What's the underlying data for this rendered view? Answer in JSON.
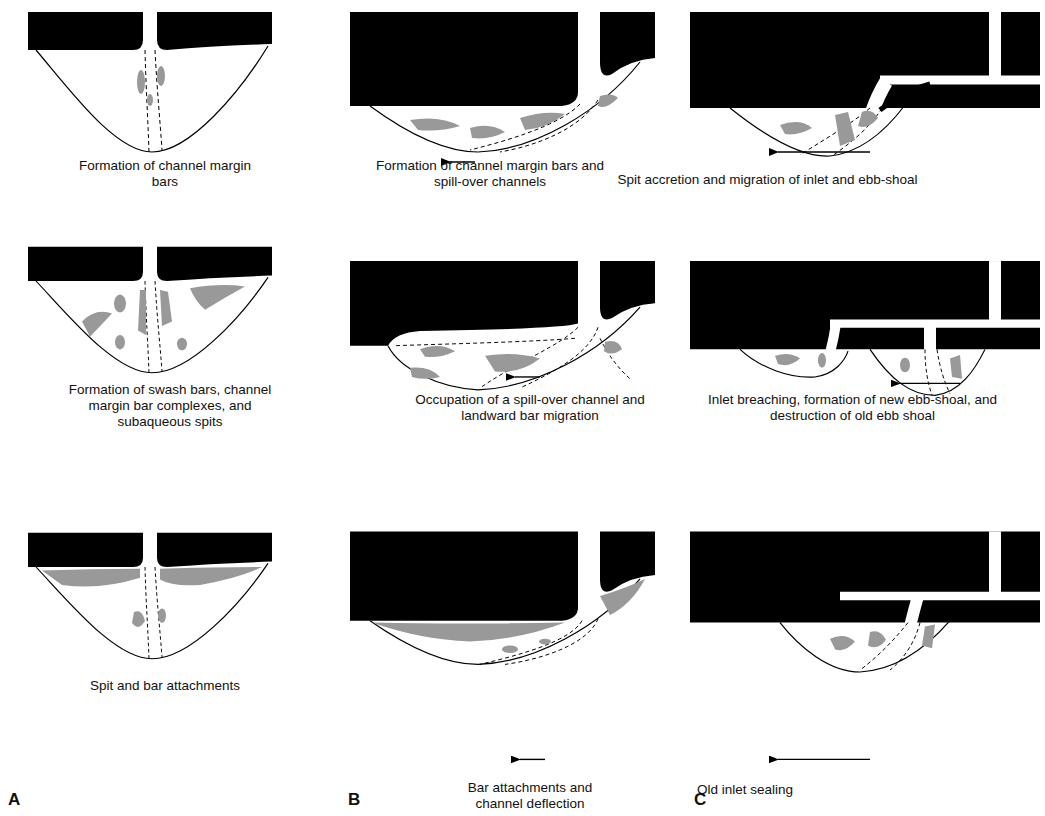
{
  "diagram": {
    "labels": [
      "Formation of channel margin bars",
      "Formation of channel margin bars and spill-over channels",
      "Spit accretion and migration of inlet and ebb-shoal",
      "Formation of swash bars, channel margin bar complexes, and subaqueous spits",
      "Occupation of a spill-over channel and landward bar migration",
      "Inlet breaching, formation of new ebb-shoal, and destruction of old ebb shoal",
      "Spit and bar attachments",
      "Bar attachments and channel deflection",
      "Old inlet sealing",
      "A",
      "B",
      "C"
    ]
  }
}
